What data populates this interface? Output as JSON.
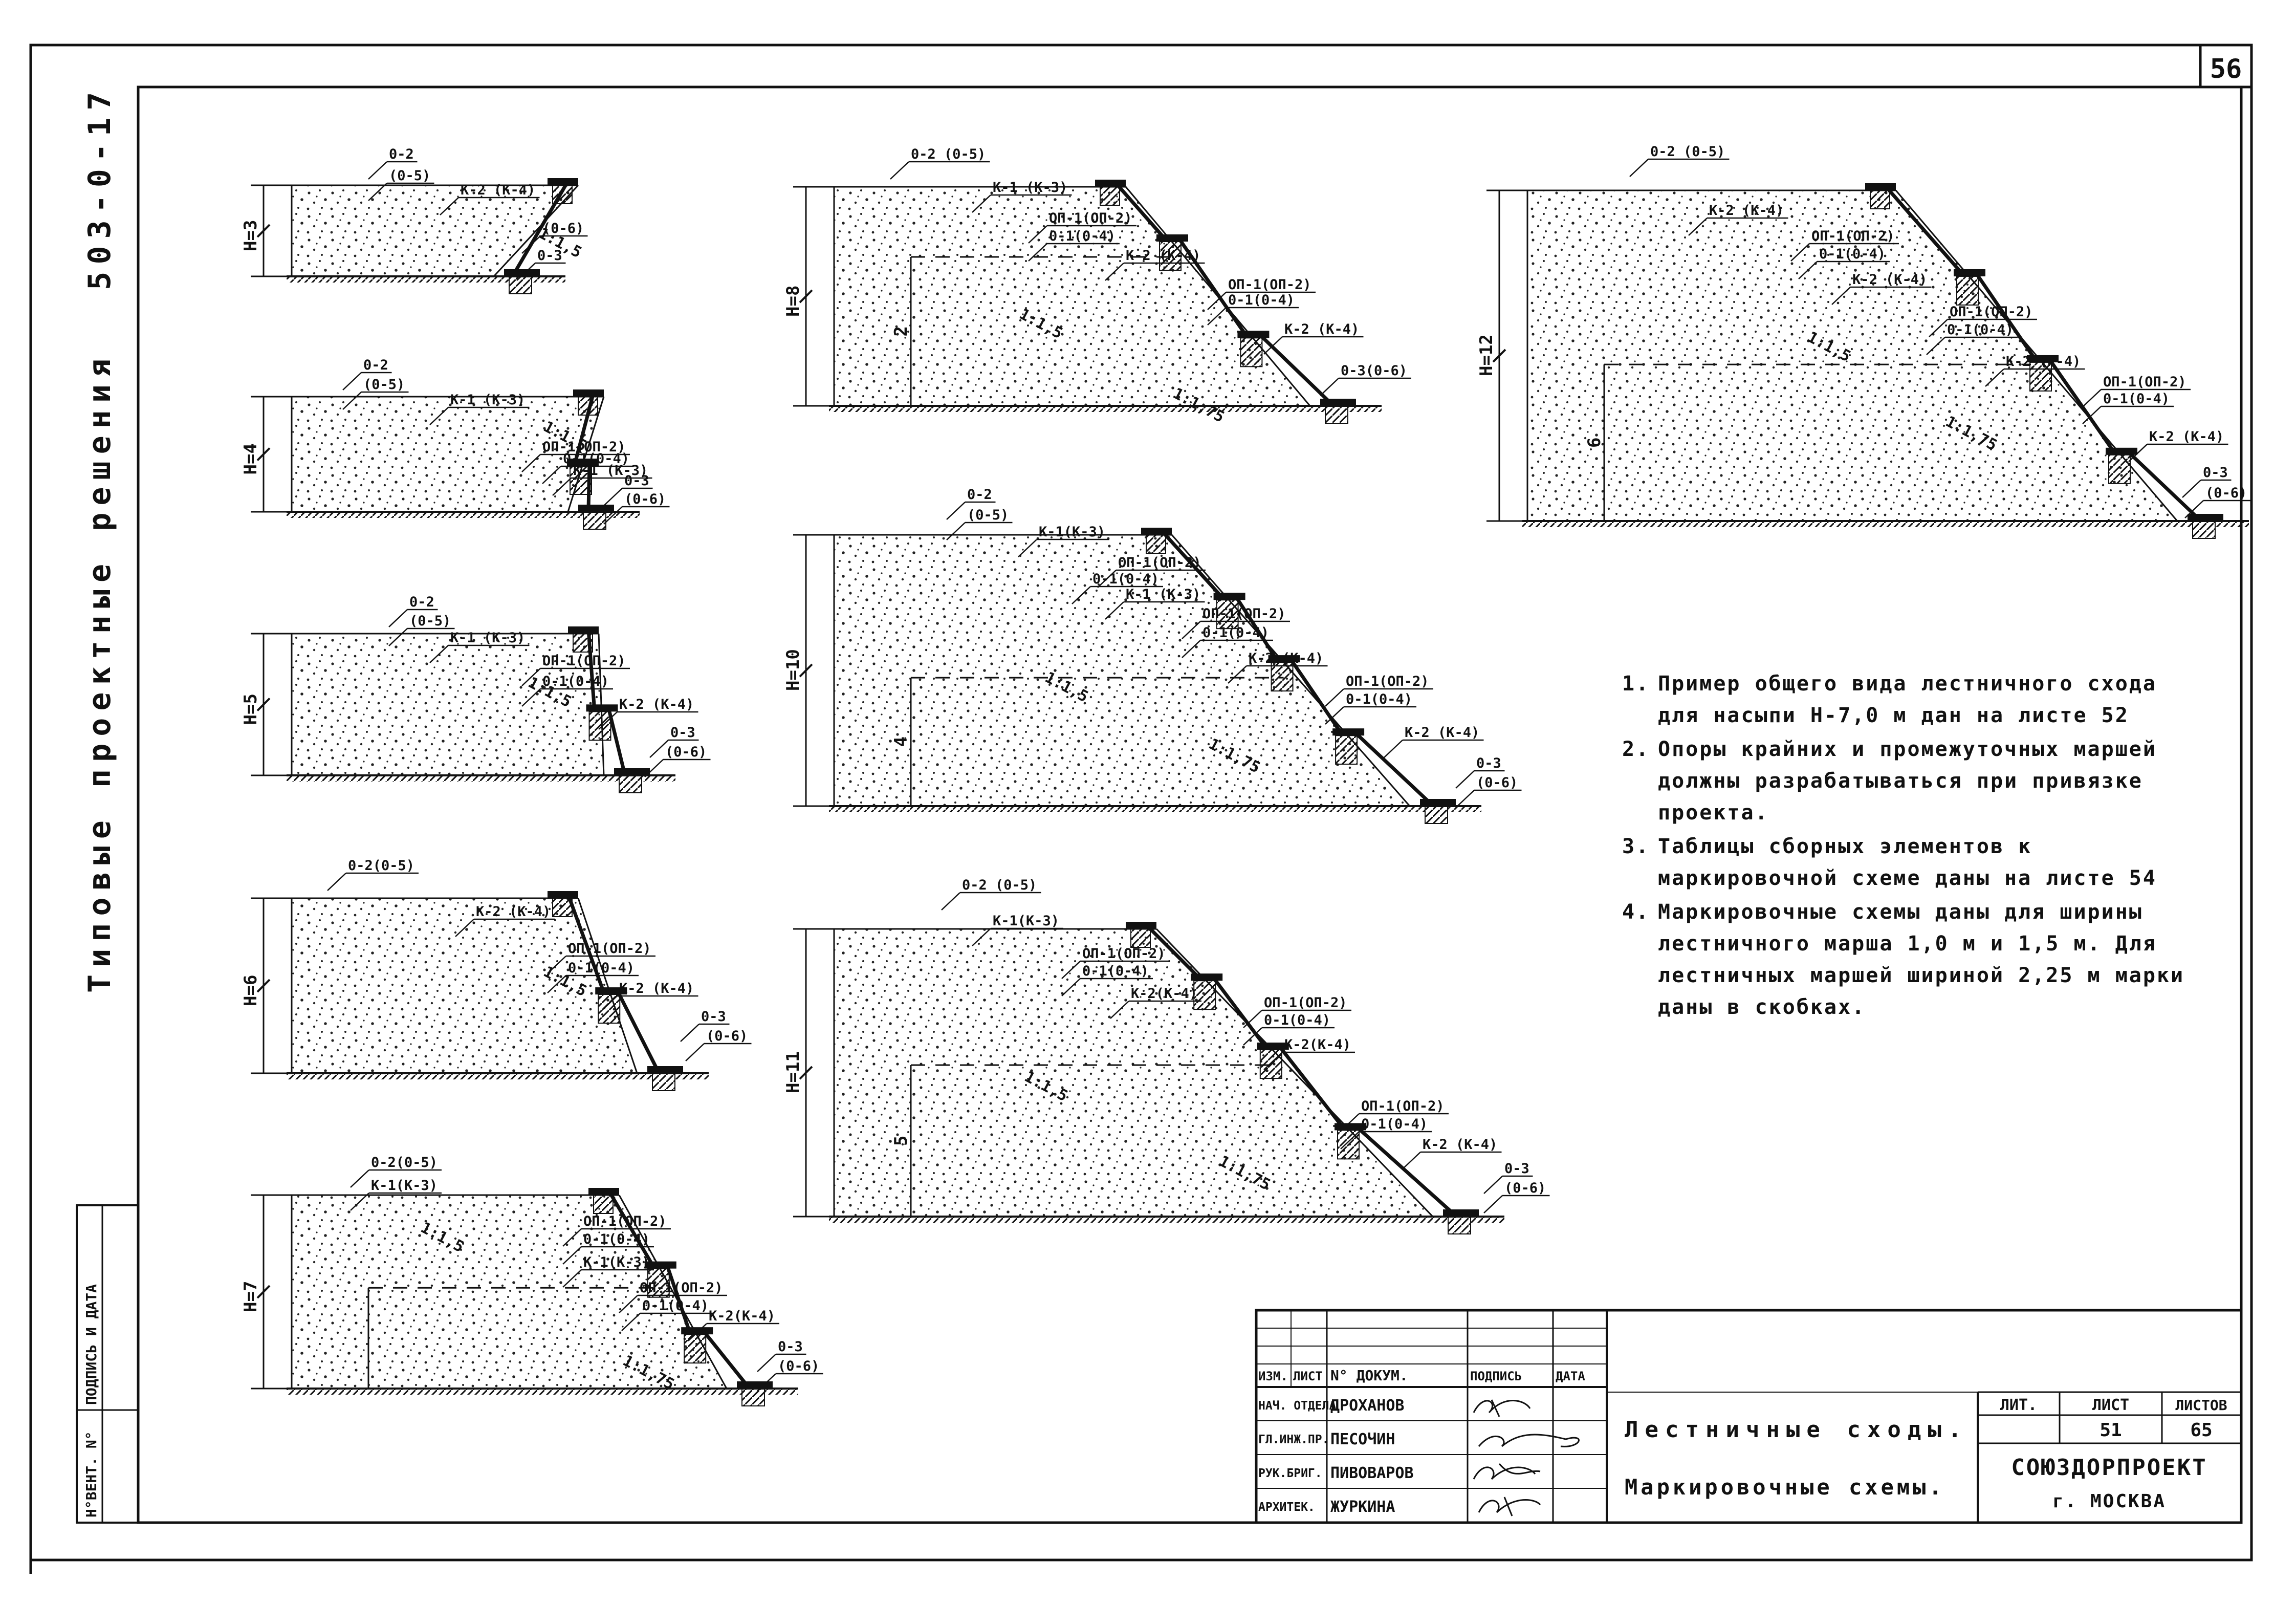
{
  "sheet_number": "56",
  "side_title": {
    "prefix": "Типовые проектные решения",
    "code": "503-0-17"
  },
  "inventory_strip": {
    "inv_no": "Н°ВЕНТ. N°",
    "signature_date": "ПОДПИСЬ И ДАТА"
  },
  "diagrams": [
    {
      "h_label": "Н=3",
      "labels": [
        "0-2",
        "(0-5)",
        "К-2 (К-4)",
        "1:1,5",
        "0-3",
        "(0-6)"
      ]
    },
    {
      "h_label": "Н=4",
      "labels": [
        "0-2",
        "(0-5)",
        "К-1 (К-3)",
        "1:1,5",
        "ОП-1(ОП-2)",
        "0-1(0-4)",
        "К-1 (К-3)",
        "0-3",
        "(0-6)"
      ]
    },
    {
      "h_label": "Н=5",
      "labels": [
        "0-2",
        "(0-5)",
        "К-1 (К-3)",
        "1:1,5",
        "ОП-1(ОП-2)",
        "0-1(0-4)",
        "К-2 (К-4)",
        "0-3",
        "(0-6)"
      ]
    },
    {
      "h_label": "Н=6",
      "labels": [
        "0-2(0-5)",
        "К-2 (К-4)",
        "1:1,5",
        "ОП-1(ОП-2)",
        "0-1(0-4)",
        "К-2 (К-4)",
        "0-3",
        "(0-6)"
      ]
    },
    {
      "h_label": "Н=7",
      "labels": [
        "0-2(0-5)",
        "К-1(К-3)",
        "1:1,5",
        "ОП-1(ОП-2)",
        "0-1(0-4)",
        "К-1(К-3)",
        "ОП-1(ОП-2)",
        "0-1(0-4)",
        "К-2(К-4)",
        "1:1,75",
        "0-3",
        "(0-6)"
      ]
    },
    {
      "h_label": "Н=8",
      "h2_label": "2",
      "labels": [
        "0-2 (0-5)",
        "К-1 (К-3)",
        "ОП-1(ОП-2)",
        "0-1(0-4)",
        "К-2 (К-4)",
        "1:1,5",
        "ОП-1(ОП-2)",
        "0-1(0-4)",
        "К-2 (К-4)",
        "1:1,75",
        "0-3(0-6)"
      ]
    },
    {
      "h_label": "Н=10",
      "h2_label": "4",
      "labels": [
        "0-2",
        "(0-5)",
        "К-1(К-3)",
        "ОП-1(ОП-2)",
        "0-1(0-4)",
        "К-1 (К-3)",
        "1:1,5",
        "ОП-1(ОП-2)",
        "0-1(0-4)",
        "К-2 (К-4)",
        "ОП-1(ОП-2)",
        "0-1(0-4)",
        "1:1,75",
        "К-2 (К-4)",
        "0-3",
        "(0-6)"
      ]
    },
    {
      "h_label": "Н=11",
      "h2_label": "5",
      "labels": [
        "0-2 (0-5)",
        "К-1(К-3)",
        "ОП-1(ОП-2)",
        "0-1(0-4)",
        "К-2(К-4)",
        "1:1,5",
        "ОП-1(ОП-2)",
        "0-1(0-4)",
        "К-2(К-4)",
        "ОП-1(ОП-2)",
        "0-1(0-4)",
        "1:1,75",
        "К-2 (К-4)",
        "0-3",
        "(0-6)"
      ]
    },
    {
      "h_label": "Н=12",
      "h2_label": "6",
      "labels": [
        "0-2 (0-5)",
        "К-2 (К-4)",
        "ОП-1(ОП-2)",
        "0-1(0-4)",
        "К-2 (К-4)",
        "1:1,5",
        "ОП-1(ОП-2)",
        "0-1(0-4)",
        "К-2 (К-4)",
        "1:1,75",
        "ОП-1(ОП-2)",
        "0-1(0-4)",
        "К-2 (К-4)",
        "0-3",
        "(0-6)"
      ]
    }
  ],
  "notes": [
    {
      "num": "1.",
      "text": "Пример общего вида лестничного схода для насыпи Н-7,0 м дан на листе 52"
    },
    {
      "num": "2.",
      "text": "Опоры крайних и промежуточных маршей должны разрабатываться при привязке проекта."
    },
    {
      "num": "3.",
      "text": "Таблицы сборных элементов к маркировочной схеме даны на листе 54"
    },
    {
      "num": "4.",
      "text": "Маркировочные схемы даны для ширины лестничного марша 1,0 м и 1,5 м. Для лестничных маршей шириной 2,25 м марки даны в скобках."
    }
  ],
  "title_block": {
    "headers": [
      "ИЗМ.",
      "ЛИСТ",
      "N° ДОКУМ.",
      "ПОДПИСЬ",
      "ДАТА"
    ],
    "staff": [
      {
        "role": "НАЧ. ОТДЕЛА",
        "name": "ДРОХАНОВ"
      },
      {
        "role": "ГЛ.ИНЖ.ПР.",
        "name": "ПЕСОЧИН"
      },
      {
        "role": "РУК.БРИГ.",
        "name": "ПИВОВАРОВ"
      },
      {
        "role": "АРХИТЕК.",
        "name": "ЖУРКИНА"
      }
    ],
    "title_line1": "Лестничные сходы.",
    "title_line2": "Маркировочные схемы.",
    "col_lit": "ЛИТ.",
    "col_list": "ЛИСТ",
    "col_listov": "ЛИСТОВ",
    "list_value": "51",
    "listov_value": "65",
    "org": "СОЮЗДОРПРОЕКТ",
    "city": "г. МОСКВА"
  }
}
